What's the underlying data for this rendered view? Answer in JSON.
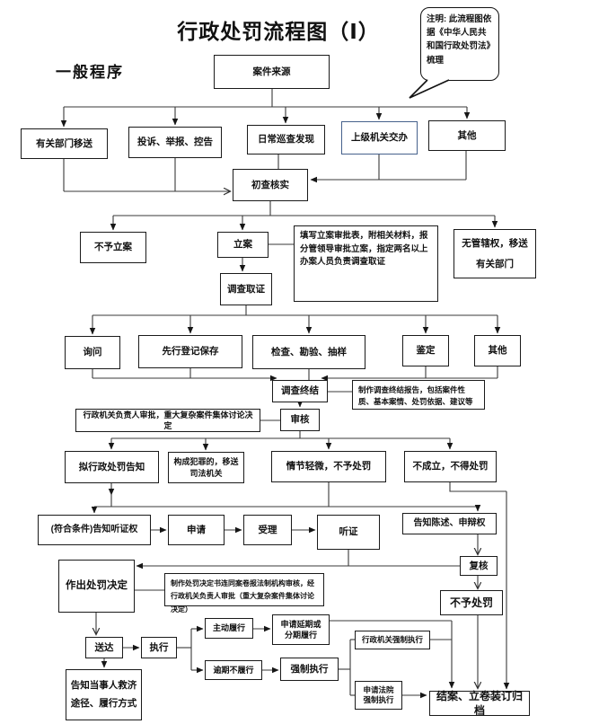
{
  "title": "行政处罚流程图（Ⅰ）",
  "section_label": "一般程序",
  "callout": {
    "text": "注明: 此流程图依据《中华人民共和国行政处罚法》梳理"
  },
  "colors": {
    "highlight_box_border": "#46618c",
    "line": "#3a3a3a"
  },
  "nodes": {
    "case_source": {
      "label": "案件来源"
    },
    "dept_transfer": {
      "label": "有关部门移送"
    },
    "complaint": {
      "label": "投诉、举报、控告"
    },
    "daily_inspection": {
      "label": "日常巡查发现"
    },
    "superior_assign": {
      "label": "上级机关交办"
    },
    "other_source": {
      "label": "其他"
    },
    "initial_check": {
      "label": "初查核实"
    },
    "no_filing": {
      "label": "不予立案"
    },
    "filing": {
      "label": "立案"
    },
    "note_filing": {
      "label": "填写立案审批表，附相关材料，报分管领导审批立案，指定两名以上办案人员负责调查取证"
    },
    "no_jurisdiction": {
      "label": "无管辖权，移送\n有关部门"
    },
    "investigation": {
      "label": "调查取证"
    },
    "inquiry": {
      "label": "询问"
    },
    "register_save": {
      "label": "先行登记保存"
    },
    "inspect_survey": {
      "label": "检查、勘验、抽样"
    },
    "appraisal": {
      "label": "鉴定"
    },
    "other_measure": {
      "label": "其他"
    },
    "invest_end": {
      "label": "调查终结"
    },
    "note_invest": {
      "label": "制作调查终结报告，包括案件性质、基本案情、处罚依据、建议等"
    },
    "note_review": {
      "label": "行政机关负责人审批，重大复杂案件集体讨论决定"
    },
    "review": {
      "label": "审核"
    },
    "proposed_notice": {
      "label": "拟行政处罚告知"
    },
    "crime_transfer": {
      "label": "构成犯罪的，移送\n司法机关"
    },
    "minor_no_penalty": {
      "label": "情节轻微，不予处罚"
    },
    "not_established": {
      "label": "不成立，不得处罚"
    },
    "hearing_right": {
      "label": "(符合条件)告知听证权"
    },
    "apply": {
      "label": "申请"
    },
    "accept": {
      "label": "受理"
    },
    "hearing": {
      "label": "听证"
    },
    "statement_right": {
      "label": "告知陈述、申辩权"
    },
    "recheck": {
      "label": "复核"
    },
    "no_penalty": {
      "label": "不予处罚"
    },
    "decision": {
      "label": "作出处罚决定"
    },
    "note_decision": {
      "label": "制作处罚决定书连同案卷报法制机构审核，经行政机关负责人审批（重大复杂案件集体讨论决定）"
    },
    "delivery": {
      "label": "送达"
    },
    "execute": {
      "label": "执行"
    },
    "voluntary": {
      "label": "主动履行"
    },
    "defer": {
      "label": "申请延期或\n分期履行"
    },
    "overdue": {
      "label": "逾期不履行"
    },
    "enforce": {
      "label": "强制执行"
    },
    "agency_enforce": {
      "label": "行政机关强制执行"
    },
    "court_enforce": {
      "label": "申请法院\n强制执行"
    },
    "remedy": {
      "label": "告知当事人救济\n途径、履行方式"
    },
    "close_case": {
      "label": "结案、立卷装订归档"
    }
  }
}
